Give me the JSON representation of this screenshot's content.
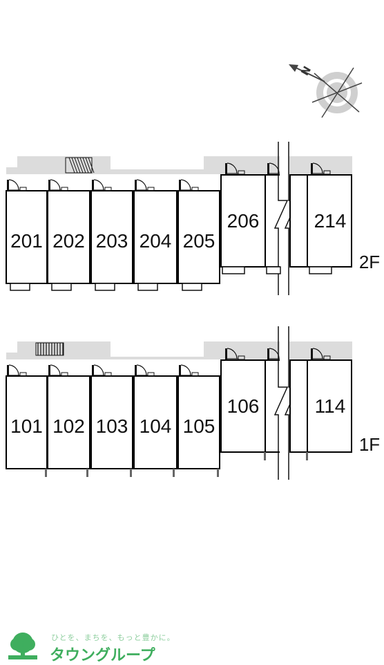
{
  "floors": [
    {
      "label": "2F",
      "units_left": [
        "201",
        "202",
        "203",
        "204",
        "205"
      ],
      "unit_mid": "206",
      "unit_right": "214",
      "stair_style": "diagonal"
    },
    {
      "label": "1F",
      "units_left": [
        "101",
        "102",
        "103",
        "104",
        "105"
      ],
      "unit_mid": "106",
      "unit_right": "114",
      "stair_style": "straight"
    }
  ],
  "compass": {
    "label": "N"
  },
  "brand": {
    "tagline": "ひとを、まちを、もっと豊かに。",
    "name": "タウングループ",
    "color": "#3fae5e",
    "tagline_color": "#8fcf9f"
  },
  "colors": {
    "corridor": "#dcdcdc",
    "wall": "#000000",
    "background": "#ffffff"
  }
}
